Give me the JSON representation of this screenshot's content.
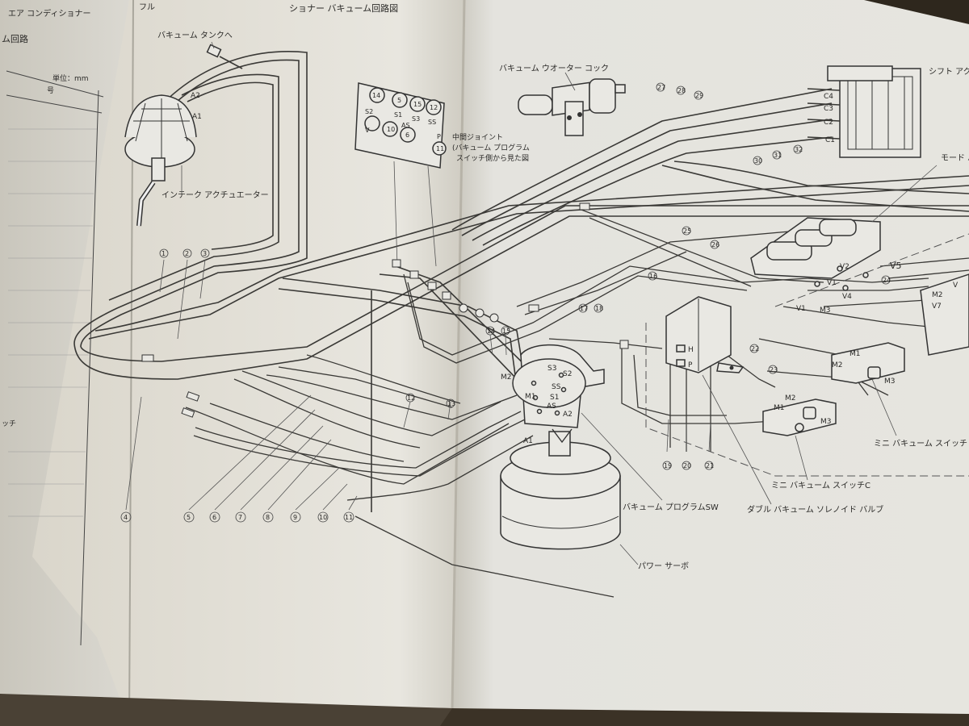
{
  "header": {
    "left_page_heading": "エア コンディショナー",
    "left_page_subheading": "ム回路",
    "diagram_title_prefix": "フル",
    "diagram_title": "ショナー バキューム回路図",
    "unit": "単位：mm",
    "col_mark": "号",
    "left_margin_text": "ッチ"
  },
  "components": {
    "vacuum_tank": "バキューム タンクへ",
    "intake_actuator": "インテーク アクチュエーター",
    "actuator_ports": [
      "A2",
      "A1"
    ],
    "vacuum_water_cock": "バキューム ウオーター コック",
    "joint_note_1": "中間ジョイント",
    "joint_note_2": "(バキューム プログラム",
    "joint_note_3": "スイッチ側から見た図",
    "shift_actuator": "シフト アク",
    "shift_ports": [
      "C4",
      "C3",
      "C2",
      "C1"
    ],
    "mode_actuator": "モード バキ",
    "mode_ports": [
      "V2",
      "V1",
      "V4",
      "M3"
    ],
    "mode_label_v5": "V5",
    "vacuum_program_sw": "バキューム プログラムSW",
    "program_ports": [
      "S3",
      "S2",
      "M2",
      "SS",
      "S1",
      "M1",
      "AS",
      "A2",
      "A1"
    ],
    "double_solenoid": "ダブル バキューム ソレノイド バルブ",
    "solenoid_ports": [
      "H",
      "P"
    ],
    "mini_switch_c": "ミニ バキューム スイッチC",
    "mini_switch_c_ports": [
      "M2",
      "M1",
      "M3"
    ],
    "mini_switch_right": "ミニ バキューム スイッチ",
    "mini_switch_right_ports": [
      "M1",
      "M2",
      "M3"
    ],
    "power_servo": "パワー サーボ",
    "right_edge_ports": [
      "M2",
      "V7",
      "V"
    ]
  },
  "connector_grid": {
    "row1": [
      "14",
      "5",
      "15",
      "12"
    ],
    "row2": [
      "S2",
      "S1",
      "S3",
      "SS"
    ],
    "row3": [
      "AS",
      "P"
    ],
    "row4": [
      "V",
      "10",
      "6",
      "11"
    ]
  },
  "callouts": {
    "top_numbers": [
      "1",
      "2",
      "3"
    ],
    "bottom_numbers": [
      "4",
      "5",
      "6",
      "7",
      "8",
      "9",
      "10",
      "11"
    ],
    "mid_numbers": [
      "12",
      "13",
      "14",
      "15",
      "16",
      "17",
      "18",
      "19",
      "20",
      "21",
      "22",
      "23",
      "24",
      "25",
      "26",
      "27",
      "28",
      "29",
      "30",
      "31",
      "32"
    ]
  }
}
